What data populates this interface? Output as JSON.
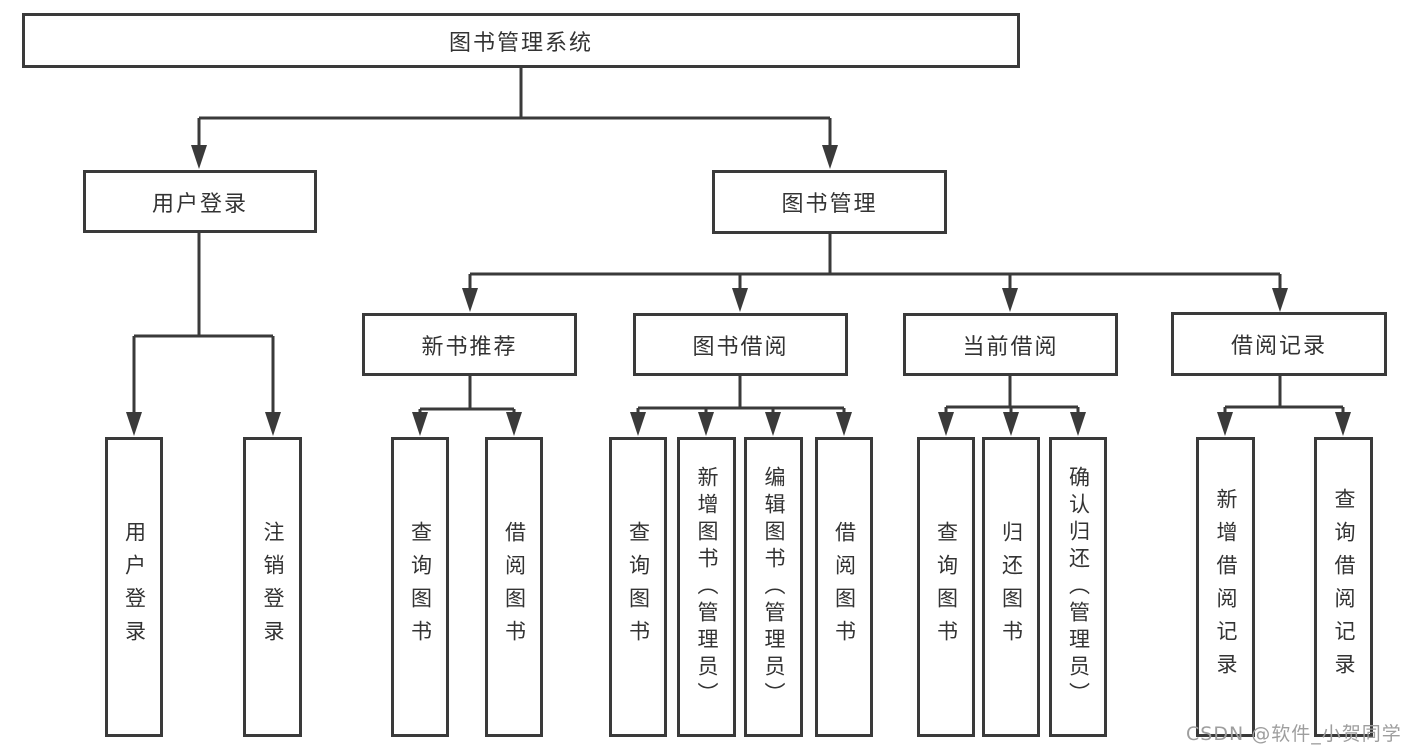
{
  "tree": {
    "root": {
      "label": "图书管理系统"
    },
    "branches": [
      {
        "label": "用户登录",
        "children": [
          {
            "label": "用户登录"
          },
          {
            "label": "注销登录"
          }
        ]
      },
      {
        "label": "图书管理",
        "sections": [
          {
            "label": "新书推荐",
            "children": [
              {
                "label": "查询图书"
              },
              {
                "label": "借阅图书"
              }
            ]
          },
          {
            "label": "图书借阅",
            "children": [
              {
                "label": "查询图书"
              },
              {
                "label": "新增图书（管理员）"
              },
              {
                "label": "编辑图书（管理员）"
              },
              {
                "label": "借阅图书"
              }
            ]
          },
          {
            "label": "当前借阅",
            "children": [
              {
                "label": "查询图书"
              },
              {
                "label": "归还图书"
              },
              {
                "label": "确认归还（管理员）"
              }
            ]
          },
          {
            "label": "借阅记录",
            "children": [
              {
                "label": "新增借阅记录"
              },
              {
                "label": "查询借阅记录"
              }
            ]
          }
        ]
      }
    ]
  },
  "watermark": {
    "text": "CSDN @软件_小贺同学"
  },
  "colors": {
    "line": "#3a3a3a",
    "text": "#333333",
    "watermark": "#9e9e9e",
    "background": "#ffffff"
  }
}
